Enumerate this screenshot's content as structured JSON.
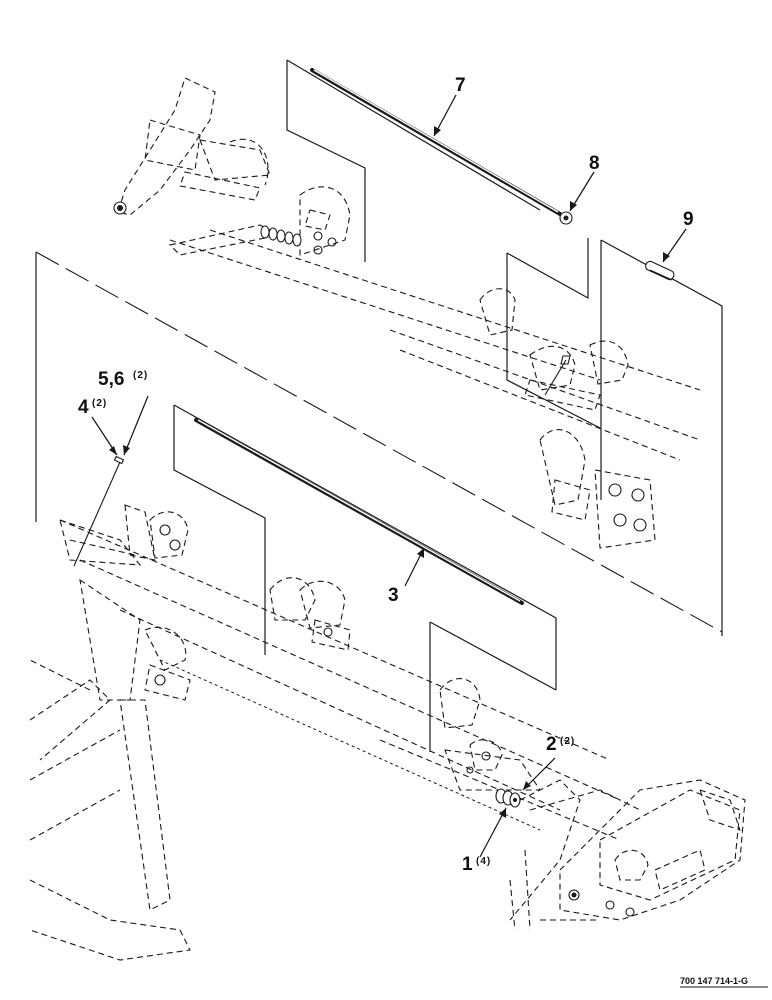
{
  "callouts": [
    {
      "id": "7",
      "num": "7",
      "qty": ""
    },
    {
      "id": "8",
      "num": "8",
      "qty": ""
    },
    {
      "id": "9",
      "num": "9",
      "qty": ""
    },
    {
      "id": "5-6",
      "num": "5,6",
      "qty": "(2)"
    },
    {
      "id": "4",
      "num": "4",
      "qty": "(2)"
    },
    {
      "id": "3",
      "num": "3",
      "qty": ""
    },
    {
      "id": "2",
      "num": "2",
      "qty": "(2)"
    },
    {
      "id": "1",
      "num": "1",
      "qty": "(4)"
    }
  ],
  "figure_number": "700 147 714-1-G"
}
